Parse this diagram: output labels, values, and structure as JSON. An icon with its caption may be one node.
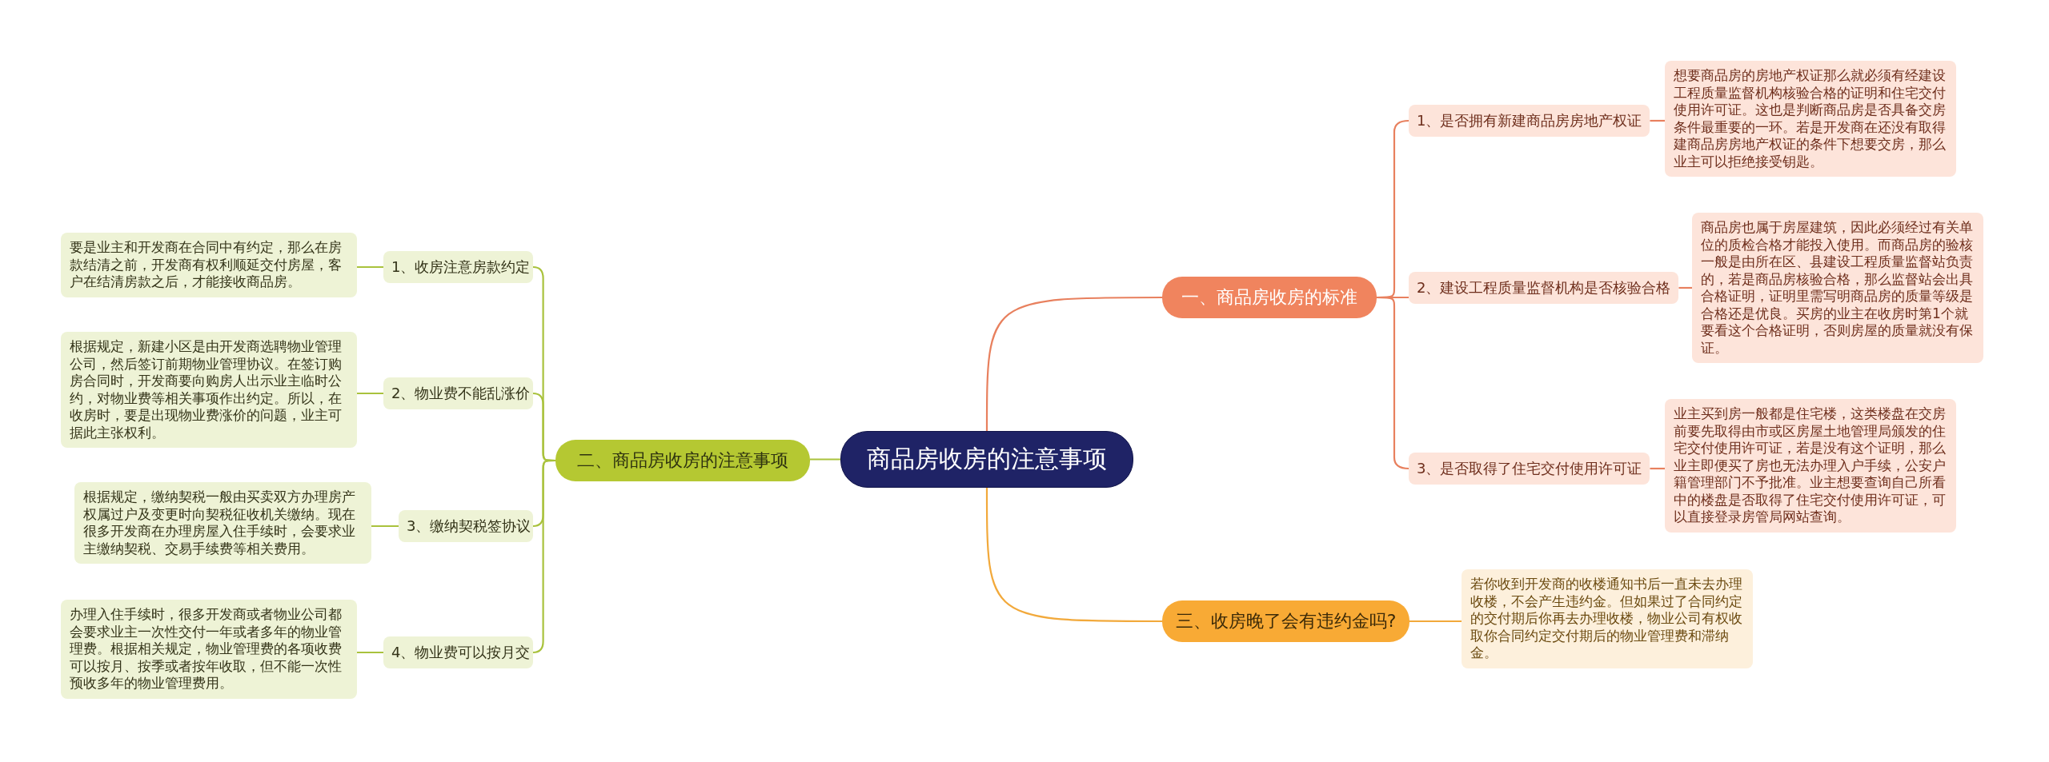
{
  "diagram": {
    "nodes": [
      {
        "text": [
          "商品房收房的注意事项"
        ]
      },
      {
        "text": [
          "一、商品房收房的标准"
        ]
      },
      {
        "text": [
          "1、是否拥有新建商品房房地产权证"
        ]
      },
      {
        "text": [
          "想要商品房的房地产权证那么就必须有经建设工程质量监督机构核验合格的证明和住宅交付使用许可证。这也是判断商品房是否具备交房条件最重要的一环。若是开发商在还没有取得建商品房房地产权证的条件下想要交房，那么业主可以拒绝接受钥匙。"
        ]
      },
      {
        "text": [
          "2、建设工程质量监督机构是否核验合格"
        ]
      },
      {
        "text": [
          "商品房也属于房屋建筑，因此必须经过有关单位的质检合格才能投入使用。而商品房的验核一般是由所在区、县建设工程质量监督站负责的，若是商品房核验合格，那么监督站会出具合格证明，证明里需写明商品房的质量等级是合格还是优良。买房的业主在收房时第1个就要看这个合格证明，否则房屋的质量就没有保证。"
        ]
      },
      {
        "text": [
          "3、是否取得了住宅交付使用许可证"
        ]
      },
      {
        "text": [
          "业主买到房一般都是住宅楼，这类楼盘在交房前要先取得由市或区房屋土地管理局颁发的住宅交付使用许可证，若是没有这个证明，那么业主即便买了房也无法办理入户手续，公安户籍管理部门不予批准。业主想要查询自己所看中的楼盘是否取得了住宅交付使用许可证，可以直接登录房管局网站查询。"
        ]
      },
      {
        "text": [
          "二、商品房收房的注意事项"
        ]
      },
      {
        "text": [
          "1、收房注意房款约定"
        ]
      },
      {
        "text": [
          "要是业主和开发商在合同中有约定，那么在房款结清之前，开发商有权利顺延交付房屋，客户在结清房款之后，才能接收商品房。"
        ]
      },
      {
        "text": [
          "2、物业费不能乱涨价"
        ]
      },
      {
        "text": [
          "根据规定，新建小区是由开发商选聘物业管理公司，然后签订前期物业管理协议。在签订购房合同时，开发商要向购房人出示业主临时公约，对物业费等相关事项作出约定。所以，在收房时，要是出现物业费涨价的问题，业主可据此主张权利。"
        ]
      },
      {
        "text": [
          "3、缴纳契税签协议"
        ]
      },
      {
        "text": [
          "根据规定，缴纳契税一般由买卖双方办理房产权属过户及变更时向契税征收机关缴纳。现在很多开发商在办理房屋入住手续时，会要求业主缴纳契税、交易手续费等相关费用。"
        ]
      },
      {
        "text": [
          "4、物业费可以按月交"
        ]
      },
      {
        "text": [
          "办理入住手续时，很多开发商或者物业公司都会要求业主一次性交付一年或者多年的物业管理费。根据相关规定，物业管理费的各项收费可以按月、按季或者按年收取，但不能一次性预收多年的物业管理费用。"
        ]
      },
      {
        "text": [
          "三、收房晚了会有违约金吗?"
        ]
      },
      {
        "text": [
          "若你收到开发商的收楼通知书后一直未去办理收楼，不会产生违约金。但如果过了合同约定的交付期后你再去办理收楼，物业公司有权收取你合同约定交付期后的物业管理费和滞纳金。"
        ]
      }
    ],
    "edges": [
      {
        "from": 0,
        "to": 1,
        "arrow": "none",
        "color": "#e8805e"
      },
      {
        "from": 1,
        "to": 2,
        "arrow": "none",
        "color": "#e8805e"
      },
      {
        "from": 2,
        "to": 3,
        "arrow": "none",
        "color": "#e8805e"
      },
      {
        "from": 1,
        "to": 4,
        "arrow": "none",
        "color": "#e8805e"
      },
      {
        "from": 4,
        "to": 5,
        "arrow": "none",
        "color": "#e8805e"
      },
      {
        "from": 1,
        "to": 6,
        "arrow": "none",
        "color": "#e8805e"
      },
      {
        "from": 6,
        "to": 7,
        "arrow": "none",
        "color": "#e8805e"
      },
      {
        "from": 0,
        "to": 8,
        "arrow": "none"
      },
      {
        "from": 8,
        "to": 9,
        "arrow": "none"
      },
      {
        "from": 9,
        "to": 10,
        "arrow": "none"
      },
      {
        "from": 8,
        "to": 11,
        "arrow": "none"
      },
      {
        "from": 11,
        "to": 12,
        "arrow": "none"
      },
      {
        "from": 8,
        "to": 13,
        "arrow": "none"
      },
      {
        "from": 13,
        "to": 14,
        "arrow": "none"
      },
      {
        "from": 8,
        "to": 15,
        "arrow": "none"
      },
      {
        "from": 15,
        "to": 16,
        "arrow": "none"
      },
      {
        "from": 0,
        "to": 17,
        "arrow": "none",
        "color": "#f2a93b"
      },
      {
        "from": 17,
        "to": 18,
        "arrow": "none",
        "color": "#f2a93b"
      }
    ]
  }
}
